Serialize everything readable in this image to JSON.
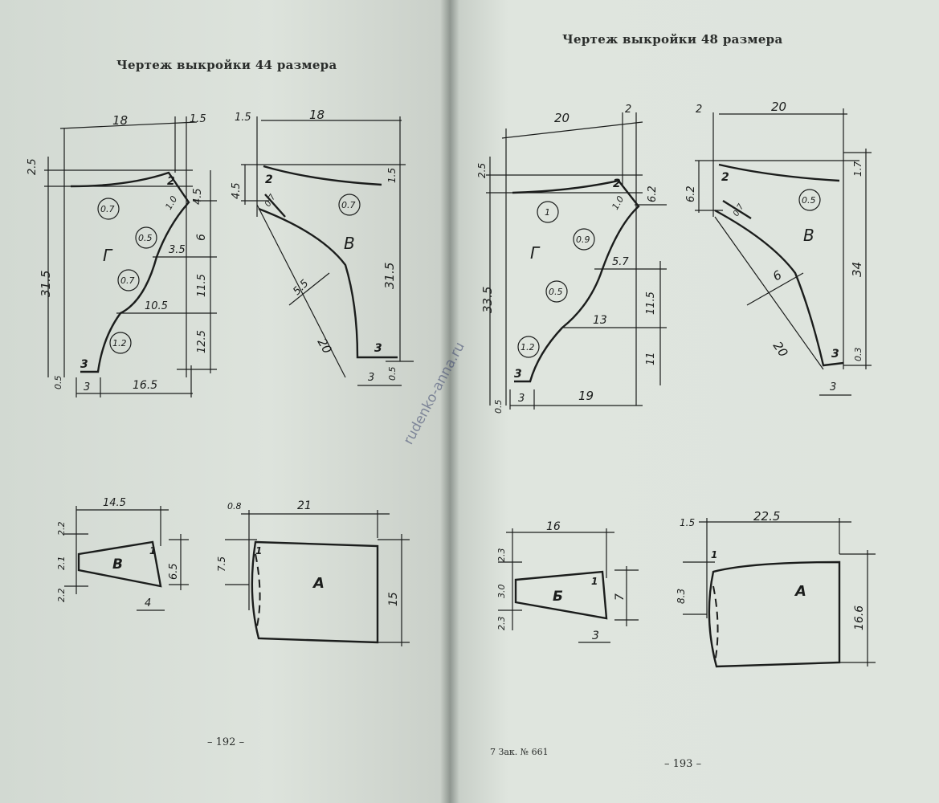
{
  "left_page": {
    "title": "Чертеж выкройки 44 размера",
    "page_number": "– 192 –",
    "piece_g": {
      "letter": "Г",
      "dims": [
        "18",
        "1.5",
        "2.5",
        "31.5",
        "4.5",
        "6",
        "11.5",
        "12.5",
        "3.5",
        "10.5",
        "16.5",
        "3",
        "0.5",
        "1.0"
      ],
      "marks": [
        "2",
        "3"
      ],
      "coefs": [
        "0.7",
        "0.5",
        "0.7",
        "1.2"
      ]
    },
    "piece_v": {
      "letter": "В",
      "dims": [
        "1.5",
        "18",
        "4.5",
        "1.5",
        "31.5",
        "5.5",
        "20",
        "3",
        "0.5"
      ],
      "marks": [
        "2",
        "3"
      ],
      "coefs": [
        "0.7",
        "0.7"
      ]
    },
    "piece_b": {
      "letter": "В",
      "dims": [
        "14.5",
        "2.2",
        "2.1",
        "2.2",
        "6.5",
        "4"
      ],
      "marks": [
        "1"
      ]
    },
    "piece_a": {
      "letter": "А",
      "dims": [
        "0.8",
        "21",
        "7.5",
        "15"
      ],
      "marks": [
        "1"
      ]
    }
  },
  "right_page": {
    "title": "Чертеж выкройки 48 размера",
    "page_number": "– 193 –",
    "footnote": "7 Зак. № 661",
    "piece_g": {
      "letter": "Г",
      "dims": [
        "20",
        "2",
        "2.5",
        "33.5",
        "6.2",
        "5.7",
        "11.5",
        "13",
        "11",
        "19",
        "3",
        "0.5",
        "1.0"
      ],
      "marks": [
        "2",
        "3"
      ],
      "coefs": [
        "1",
        "0.9",
        "0.5",
        "1.2"
      ]
    },
    "piece_v": {
      "letter": "В",
      "dims": [
        "2",
        "20",
        "6.2",
        "1.7",
        "34",
        "6",
        "20",
        "3",
        "0.3"
      ],
      "marks": [
        "2",
        "3"
      ],
      "coefs": [
        "0.7",
        "0.5"
      ]
    },
    "piece_b": {
      "letter": "Б",
      "dims": [
        "16",
        "2.3",
        "3.0",
        "2.3",
        "7",
        "3"
      ],
      "marks": [
        "1"
      ]
    },
    "piece_a": {
      "letter": "А",
      "dims": [
        "1.5",
        "22.5",
        "8.3",
        "16.6"
      ],
      "marks": [
        "1"
      ]
    }
  },
  "watermark": "rudenko-anna.ru",
  "colors": {
    "paper": "#dbe1db",
    "ink": "#1b1d1c"
  }
}
